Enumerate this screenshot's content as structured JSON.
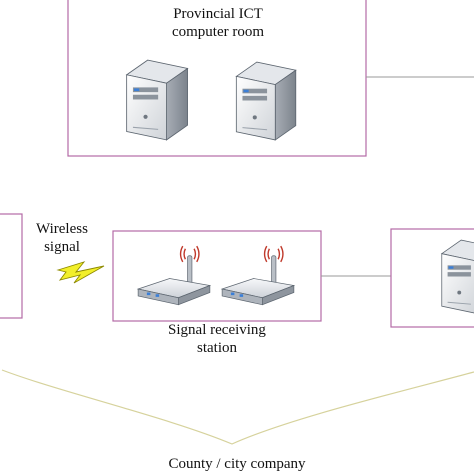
{
  "colors": {
    "box_border": "#b46aa6",
    "connector": "#9a9a9a",
    "brace": "#d6d29c",
    "lightning_fill": "#f2ef2a",
    "lightning_stroke": "#8e8a00"
  },
  "nodes": {
    "ict_room": {
      "line1": "Provincial ICT",
      "line2": "computer room",
      "icons": [
        "server-tower-icon",
        "server-tower-icon"
      ]
    },
    "wireless": {
      "line1": "Wireless",
      "line2": "signal",
      "icon": "lightning-bolt-icon"
    },
    "receiving_station": {
      "line1": "Signal receiving",
      "line2": "station",
      "icons": [
        "wireless-router-icon",
        "wireless-router-icon"
      ]
    },
    "right_server": {
      "icon": "server-tower-icon"
    },
    "county": {
      "label": "County / city company"
    }
  }
}
